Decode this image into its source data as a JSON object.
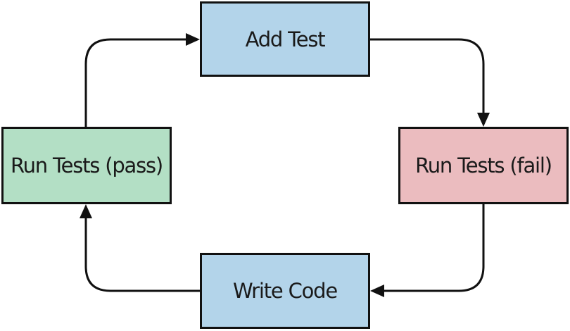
{
  "colors": {
    "blue": "#b3d4ea",
    "red": "#ebbcbf",
    "green": "#b3dfc5",
    "stroke": "#111111"
  },
  "nodes": {
    "add_test": {
      "label": "Add Test",
      "fill": "#b3d4ea"
    },
    "run_fail": {
      "label": "Run Tests (fail)",
      "fill": "#ebbcbf"
    },
    "write_code": {
      "label": "Write Code",
      "fill": "#b3d4ea"
    },
    "run_pass": {
      "label": "Run Tests (pass)",
      "fill": "#b3dfc5"
    }
  },
  "edges": [
    {
      "from": "add_test",
      "to": "run_fail"
    },
    {
      "from": "run_fail",
      "to": "write_code"
    },
    {
      "from": "write_code",
      "to": "run_pass"
    },
    {
      "from": "run_pass",
      "to": "add_test"
    }
  ]
}
